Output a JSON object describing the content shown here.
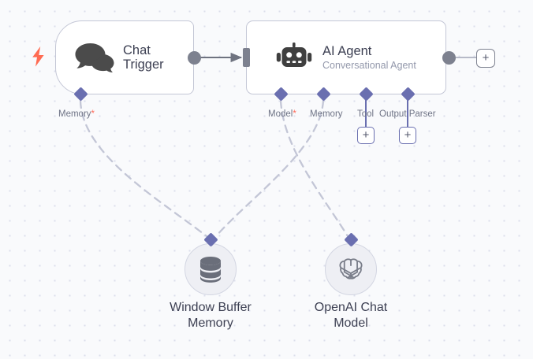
{
  "canvas": {
    "background_color": "#f9fafc",
    "grid_dot_color": "#dcdfeb",
    "accent_port_color": "#6a6fb0",
    "trigger_accent_color": "#ff6b5a",
    "node_border_color": "#c4c7d6"
  },
  "nodes": {
    "chat_trigger": {
      "title": "Chat\nTrigger",
      "icon": "chat-bubbles-icon",
      "trigger_icon": "lightning-bolt-icon",
      "ports": [
        {
          "label": "Memory",
          "required_marker": "*",
          "type": "diamond"
        }
      ],
      "output_port": "output-dot"
    },
    "ai_agent": {
      "title": "AI Agent",
      "subtitle": "Conversational Agent",
      "icon": "robot-icon",
      "input_port": "input-bar",
      "output_port": "output-dot",
      "ports": [
        {
          "label": "Model",
          "required_marker": "*",
          "has_add_button": false
        },
        {
          "label": "Memory",
          "required_marker": "",
          "has_add_button": false
        },
        {
          "label": "Tool",
          "required_marker": "",
          "has_add_button": true
        },
        {
          "label": "Output Parser",
          "required_marker": "",
          "has_add_button": true
        }
      ]
    },
    "window_buffer_memory": {
      "title": "Window Buffer\nMemory",
      "icon": "database-icon"
    },
    "openai_chat_model": {
      "title": "OpenAI Chat\nModel",
      "icon": "openai-logo-icon"
    }
  },
  "buttons": {
    "add_node_right": "+",
    "add_tool": "+",
    "add_output_parser": "+"
  }
}
